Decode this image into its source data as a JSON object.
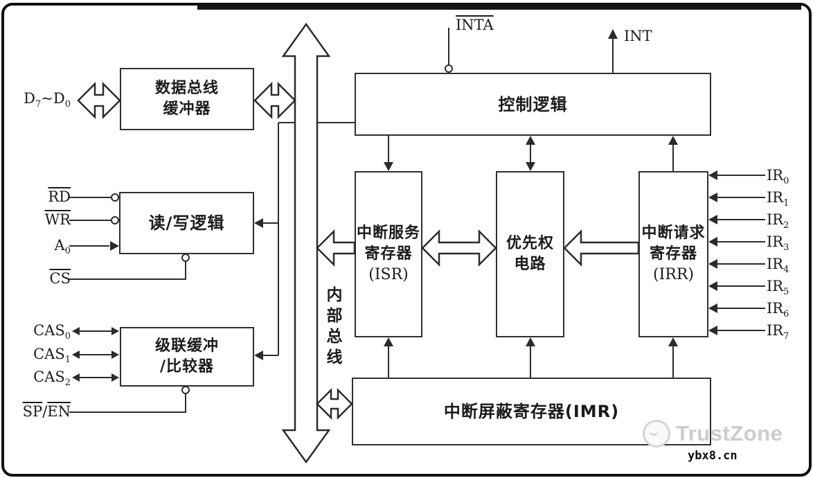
{
  "watermark": {
    "brand": "TrustZone",
    "site": "ybx8.cn"
  },
  "bus_label": "内部总线",
  "blocks": {
    "data_buffer": {
      "line1": "数据总线",
      "line2": "缓冲器"
    },
    "rw_logic": {
      "line1": "读/写逻辑"
    },
    "cascade": {
      "line1": "级联缓冲",
      "line2": "/比较器"
    },
    "control": {
      "line1": "控制逻辑"
    },
    "isr": {
      "line1": "中断服务",
      "line2": "寄存器",
      "line3": "(ISR)"
    },
    "priority": {
      "line1": "优先权",
      "line2": "电路"
    },
    "irr": {
      "line1": "中断请求",
      "line2": "寄存器",
      "line3": "(IRR)"
    },
    "imr": {
      "line1": "中断屏蔽寄存器(IMR)"
    }
  },
  "signals": {
    "d": {
      "b1": "D",
      "s1": "7",
      "mid": "~",
      "b2": "D",
      "s2": "0"
    },
    "rd": "RD",
    "wr": "WR",
    "a0": {
      "base": "A",
      "sub": "0"
    },
    "cs": "CS",
    "cas": [
      {
        "base": "CAS",
        "sub": "0"
      },
      {
        "base": "CAS",
        "sub": "1"
      },
      {
        "base": "CAS",
        "sub": "2"
      }
    ],
    "sp": "SP",
    "slash": "/",
    "en": "EN",
    "inta": "INTA",
    "int": "INT",
    "ir": [
      {
        "base": "IR",
        "sub": "0"
      },
      {
        "base": "IR",
        "sub": "1"
      },
      {
        "base": "IR",
        "sub": "2"
      },
      {
        "base": "IR",
        "sub": "3"
      },
      {
        "base": "IR",
        "sub": "4"
      },
      {
        "base": "IR",
        "sub": "5"
      },
      {
        "base": "IR",
        "sub": "6"
      },
      {
        "base": "IR",
        "sub": "7"
      }
    ]
  },
  "colors": {
    "line": "#2b2b2b",
    "box_border": "#2f2f2f",
    "background": "#ffffff",
    "watermark_gray": "#cccccc",
    "text": "#1b1b1b"
  }
}
